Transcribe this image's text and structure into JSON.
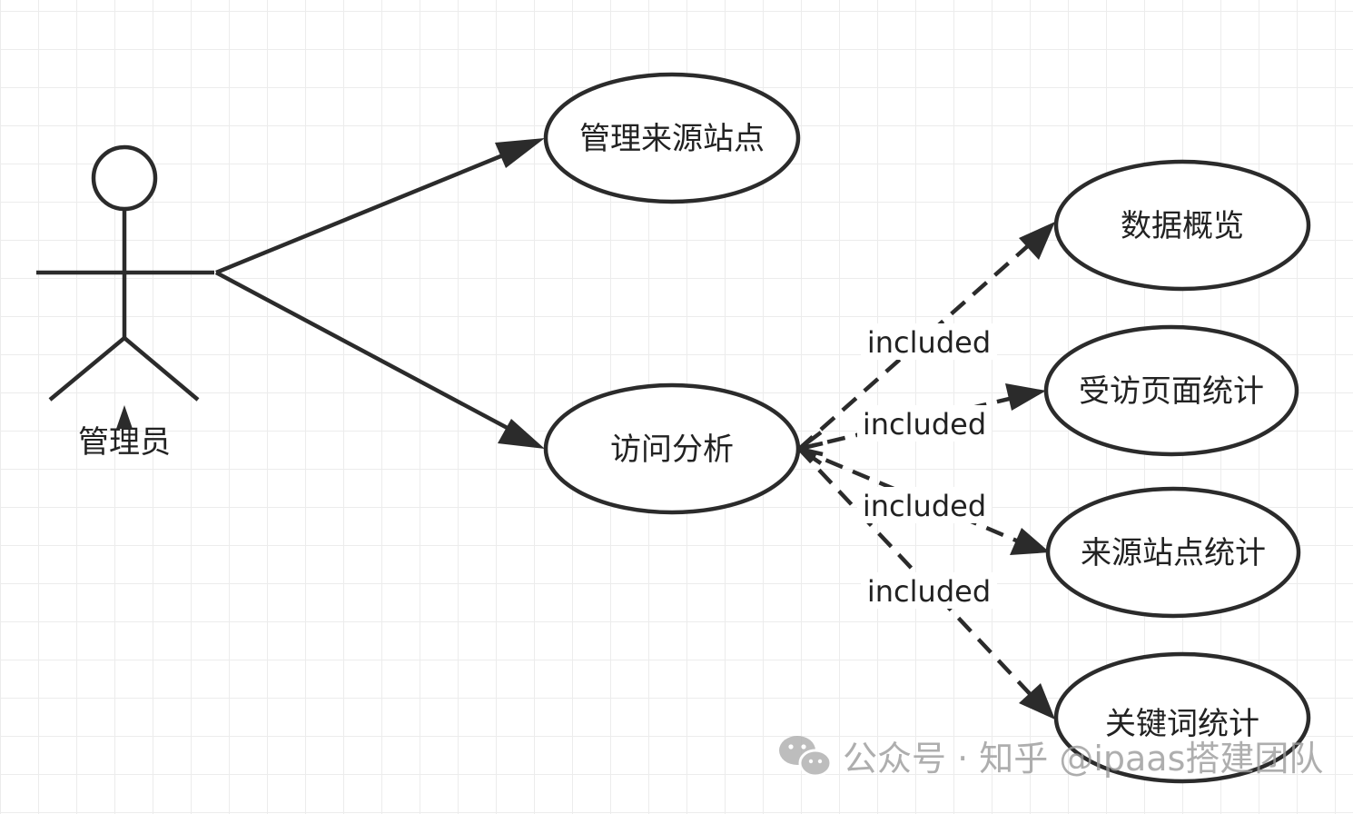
{
  "actor": {
    "label": "管理员"
  },
  "use_cases": {
    "manage_sites": "管理来源站点",
    "visit_analysis": "访问分析",
    "data_overview": "数据概览",
    "page_stats": "受访页面统计",
    "source_stats": "来源站点统计",
    "keyword_stats": "关键词统计"
  },
  "relations": {
    "include_1": "included",
    "include_2": "included",
    "include_3": "included",
    "include_4": "included"
  },
  "watermark": {
    "text": "公众号 · 知乎 @ipaas搭建团队",
    "icon": "wechat-icon"
  }
}
